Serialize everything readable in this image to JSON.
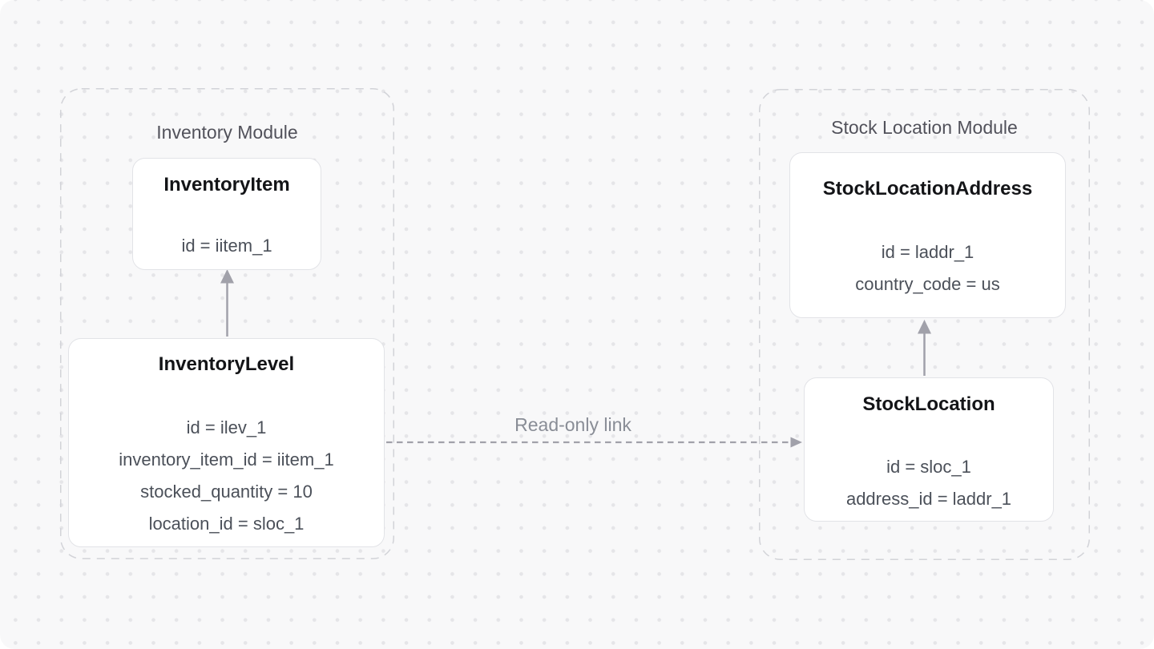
{
  "modules": [
    {
      "label": "Inventory Module",
      "entities": [
        {
          "title": "InventoryItem",
          "attributes": [
            "id = iitem_1"
          ]
        },
        {
          "title": "InventoryLevel",
          "attributes": [
            "id = ilev_1",
            "inventory_item_id = iitem_1",
            "stocked_quantity = 10",
            "location_id = sloc_1"
          ]
        }
      ]
    },
    {
      "label": "Stock Location Module",
      "entities": [
        {
          "title": "StockLocationAddress",
          "attributes": [
            "id = laddr_1",
            "country_code = us"
          ]
        },
        {
          "title": "StockLocation",
          "attributes": [
            "id = sloc_1",
            "address_id = laddr_1"
          ]
        }
      ]
    }
  ],
  "connections": [
    {
      "from": "InventoryLevel",
      "to": "InventoryItem",
      "style": "solid-arrow"
    },
    {
      "from": "StockLocation",
      "to": "StockLocationAddress",
      "style": "solid-arrow"
    },
    {
      "from": "InventoryLevel",
      "to": "StockLocation",
      "style": "dashed-arrow",
      "label": "Read-only link"
    }
  ],
  "colors": {
    "canvas_background": "#f8f8f9",
    "dot_grid": "#e5e5e8",
    "module_border": "#d2d3d8",
    "module_label_text": "#52525b",
    "entity_background": "#ffffff",
    "entity_border": "#e2e3e7",
    "entity_title_text": "#131417",
    "entity_attribute_text": "#4b5059",
    "arrow": "#a1a1aa",
    "link_label_text": "#898d96"
  }
}
